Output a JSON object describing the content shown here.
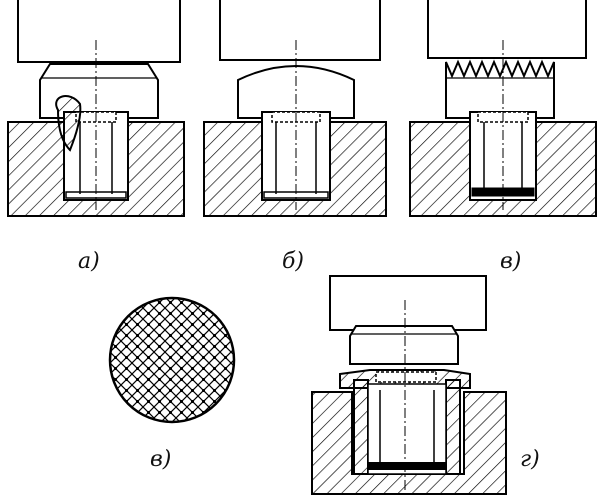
{
  "figure": {
    "captions": {
      "a": "а)",
      "b": "б)",
      "v": "в)",
      "v2": "в)",
      "g": "г)"
    }
  },
  "colors": {
    "stroke": "#000000",
    "background": "#ffffff"
  }
}
